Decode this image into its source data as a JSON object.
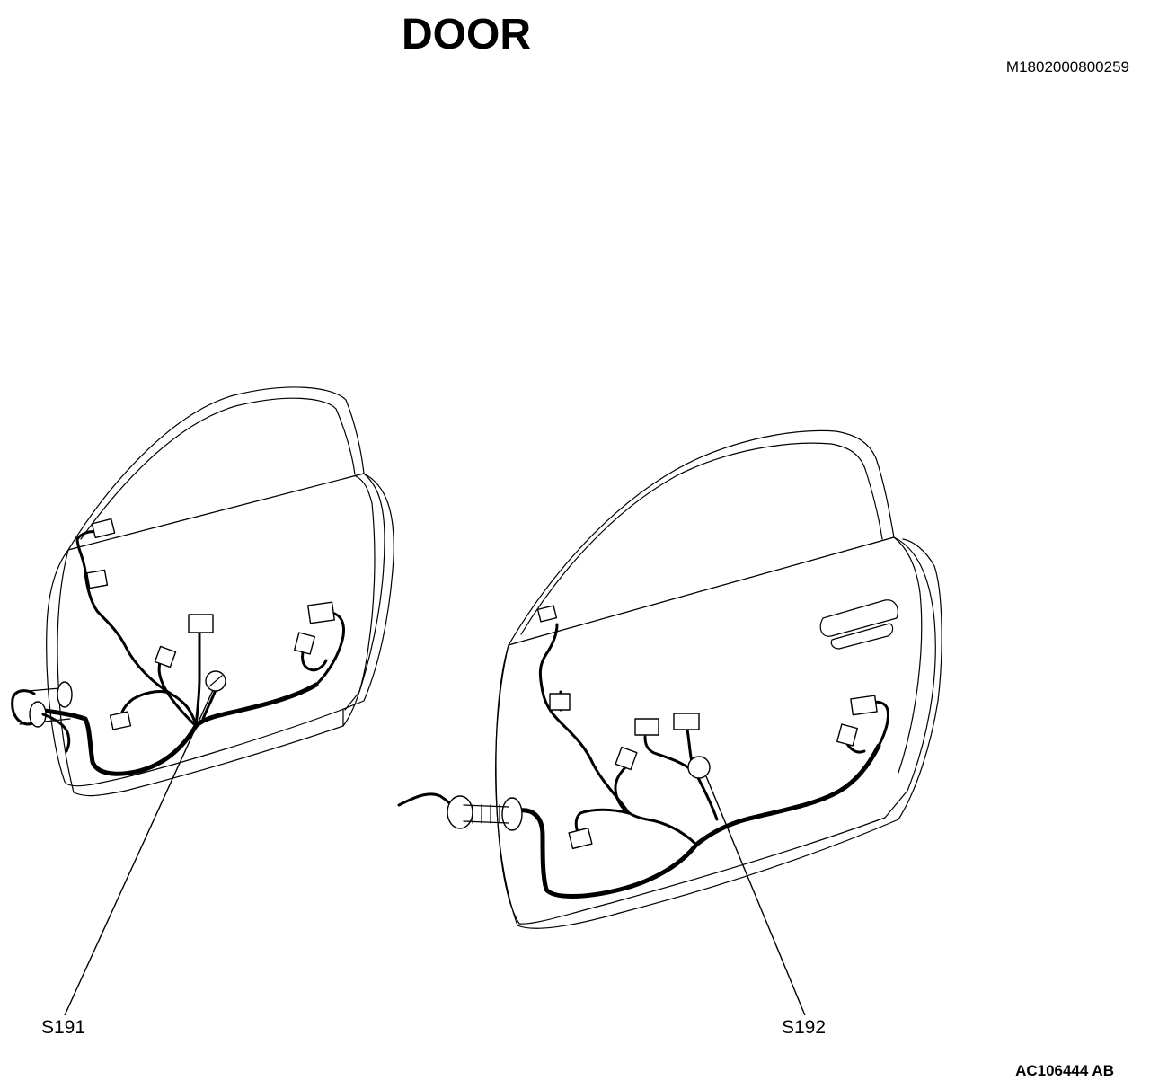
{
  "header": {
    "title": "DOOR",
    "ref_code": "M1802000800259"
  },
  "callouts": {
    "left_splice": "S191",
    "right_splice": "S192"
  },
  "footer": {
    "figure_id": "AC106444 AB"
  }
}
